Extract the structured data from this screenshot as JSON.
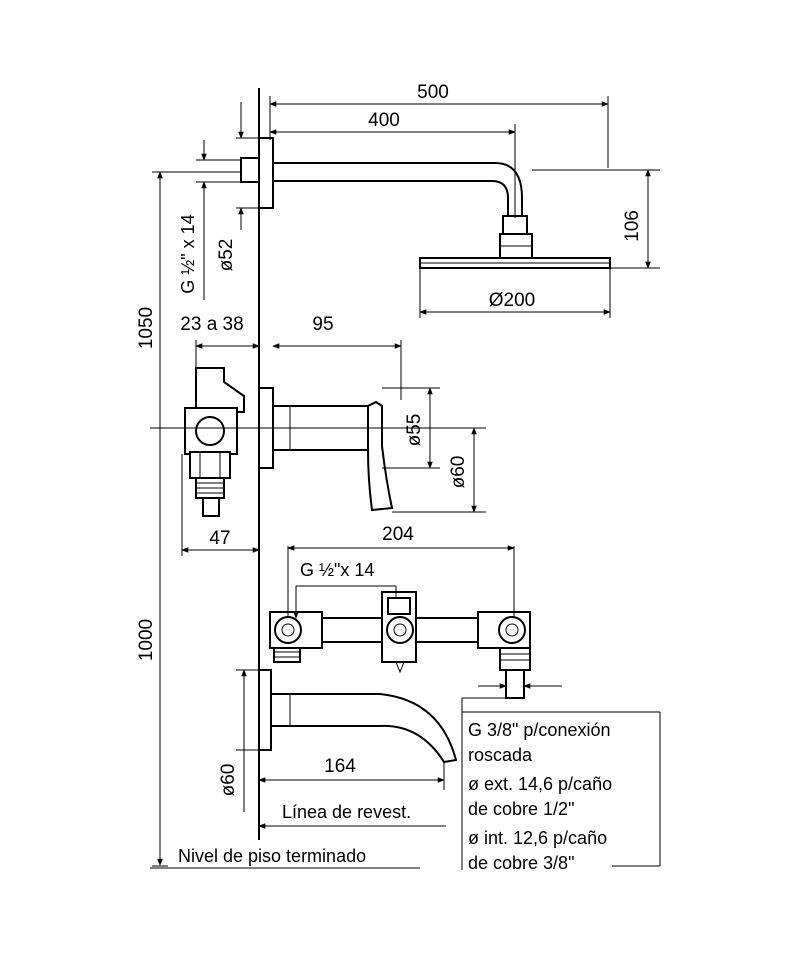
{
  "dimensions": {
    "d500": "500",
    "d400": "400",
    "d106": "106",
    "d200": "Ø200",
    "d1050": "1050",
    "d1000": "1000",
    "thread_top": "G ½\" x 14",
    "d52": "ø52",
    "d23a38": "23 a 38",
    "d95": "95",
    "d55": "ø55",
    "d60a": "ø60",
    "d47": "47",
    "d204": "204",
    "thread_mid": "G ½\"x 14",
    "d164": "164",
    "d60b": "ø60"
  },
  "labels": {
    "revest": "Línea de revest.",
    "piso": "Nivel de piso terminado"
  },
  "connection_note": [
    "G 3/8\" p/conexión",
    "roscada",
    "ø ext. 14,6 p/caño",
    "de cobre 1/2\"",
    "ø int. 12,6 p/caño",
    "de cobre 3/8\""
  ]
}
